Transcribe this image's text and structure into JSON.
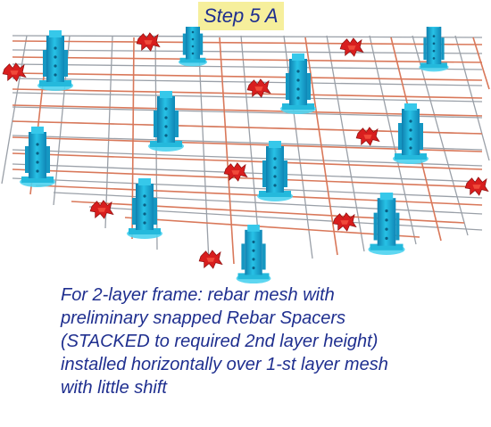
{
  "step_label": "Step 5 A",
  "caption": {
    "lines": [
      "For 2-layer frame: rebar mesh with",
      "preliminary snapped Rebar Spacers",
      "(STACKED to required 2nd layer height)",
      "installed horizontally over 1-st layer mesh",
      "with little shift"
    ]
  },
  "colors": {
    "title_text": "#1f2f8f",
    "title_highlight": "#f6ef9c",
    "caption_text": "#1f2f8f",
    "rebar_gray": "#9aa0a8",
    "rebar_orange": "#d9785a",
    "spacer_cyan": "#1fb5d8",
    "chair_red": "#d81e1e"
  },
  "icons": {
    "stacked_spacer": "stacked-rebar-spacer-icon",
    "red_chair": "red-rebar-chair-icon"
  }
}
